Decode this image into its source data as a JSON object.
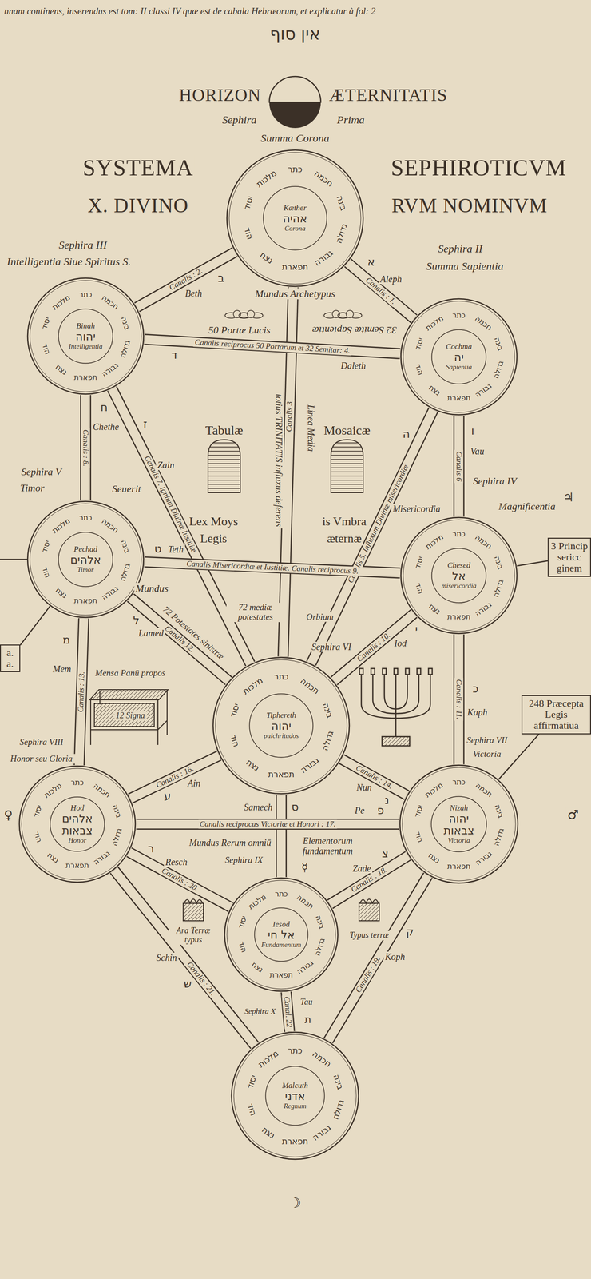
{
  "diagram": {
    "nodes": [
      {
        "text": [
          "Kæther",
          "אהיה",
          "Corona",
          "כתר",
          "חכמה",
          "בינה",
          "גדולה",
          "גבורה",
          "תפארת",
          "נצח",
          "הוד",
          "יסוד",
          "מלכות"
        ]
      },
      {
        "text": [
          "Binah",
          "יהוה",
          "Intelligentia",
          "כתר",
          "חכמה",
          "בינה",
          "גדולה",
          "גבורה",
          "תפארת",
          "נצח",
          "הוד",
          "יסוד",
          "מלכות"
        ]
      },
      {
        "text": [
          "Cochma",
          "יה",
          "Sapientia",
          "כתר",
          "חכמה",
          "בינה",
          "גדולה",
          "גבורה",
          "תפארת",
          "נצח",
          "הוד",
          "יסוד",
          "מלכות"
        ]
      },
      {
        "text": [
          "Pechad",
          "אלהים",
          "Timor",
          "כתר",
          "חכמה",
          "בינה",
          "גדולה",
          "גבורה",
          "תפארת",
          "נצח",
          "הוד",
          "יסוד",
          "מלכות"
        ]
      },
      {
        "text": [
          "Chesed",
          "אל",
          "misericordia",
          "כתר",
          "חכמה",
          "בינה",
          "גדולה",
          "גבורה",
          "תפארת",
          "נצח",
          "הוד",
          "יסוד",
          "מלכות"
        ]
      },
      {
        "text": [
          "Tiphereth",
          "יהוה",
          "pulchritudos",
          "כתר",
          "חכמה",
          "בינה",
          "גדולה",
          "גבורה",
          "תפארת",
          "נצח",
          "הוד",
          "יסוד",
          "מלכות"
        ]
      },
      {
        "text": [
          "Hod",
          "אלהים צבאות",
          "Honor",
          "כתר",
          "חכמה",
          "בינה",
          "גדולה",
          "גבורה",
          "תפארת",
          "נצח",
          "הוד",
          "יסוד",
          "מלכות"
        ]
      },
      {
        "text": [
          "Nizah",
          "יהוה צבאות",
          "Victoria",
          "כתר",
          "חכמה",
          "בינה",
          "גדולה",
          "גבורה",
          "תפארת",
          "נצח",
          "הוד",
          "יסוד",
          "מלכות"
        ]
      },
      {
        "text": [
          "Iesod",
          "אל חי",
          "Fundamentum",
          "כתר",
          "חכמה",
          "בינה",
          "גדולה",
          "גבורה",
          "תפארת",
          "נצח",
          "הוד",
          "יסוד",
          "מלכות"
        ]
      },
      {
        "text": [
          "Malcuth",
          "אדני",
          "Regnum",
          "כתר",
          "חכמה",
          "בינה",
          "גדולה",
          "גבורה",
          "תפארת",
          "נצח",
          "הוד",
          "יסוד",
          "מלכות"
        ]
      },
      {
        "text": [
          "3 Princip sericc ginem"
        ]
      },
      {
        "text": [
          "248 Præcepta Legis affirmatiua"
        ]
      },
      {
        "text": [
          "a. a."
        ]
      }
    ],
    "edges": [
      {
        "from": 0,
        "to": 2,
        "label": "Canalis : 1.",
        "arrow": "none"
      },
      {
        "from": 0,
        "to": 1,
        "label": "Canalis : 2.",
        "arrow": "none"
      },
      {
        "from": 0,
        "to": 5,
        "label": "Canalis 3",
        "arrow": "none"
      },
      {
        "from": 1,
        "to": 2,
        "label": "Canalis reciprocus 50 Portarum et 32 Semitar: 4.",
        "arrow": "none"
      },
      {
        "from": 2,
        "to": 5,
        "label": "Canalis 5. Influxum Diuinæ misericordiæ",
        "arrow": "none"
      },
      {
        "from": 2,
        "to": 4,
        "label": "Canalis 6",
        "arrow": "none"
      },
      {
        "from": 1,
        "to": 5,
        "label": "Canalis 7. Ignium Diuinæ Iustitiæ",
        "arrow": "none"
      },
      {
        "from": 1,
        "to": 3,
        "label": "Canalis : 8.",
        "arrow": "none"
      },
      {
        "from": 3,
        "to": 4,
        "label": "Canalis Misericordiæ et Iustitiæ. Canalis reciprocus 9.",
        "arrow": "none"
      },
      {
        "from": 4,
        "to": 5,
        "label": "Canalis : 10.",
        "arrow": "none"
      },
      {
        "from": 4,
        "to": 7,
        "label": "Canalis : 11.",
        "arrow": "none"
      },
      {
        "from": 3,
        "to": 5,
        "label": "Canalis 12.",
        "arrow": "none"
      },
      {
        "from": 3,
        "to": 6,
        "label": "Canalis : 13.",
        "arrow": "none"
      },
      {
        "from": 5,
        "to": 7,
        "label": "Canalis : 14.",
        "arrow": "none"
      },
      {
        "from": 5,
        "to": 8,
        "arrow": "none"
      },
      {
        "from": 5,
        "to": 6,
        "label": "Canalis : 16.",
        "arrow": "none"
      },
      {
        "from": 6,
        "to": 7,
        "label": "Canalis reciprocus Victoriæ et Honori : 17.",
        "arrow": "none"
      },
      {
        "from": 7,
        "to": 8,
        "label": "Canalis : 18.",
        "arrow": "none"
      },
      {
        "from": 7,
        "to": 9,
        "label": "Canalis : 19.",
        "arrow": "none"
      },
      {
        "from": 6,
        "to": 8,
        "label": "Canalis : 20.",
        "arrow": "none"
      },
      {
        "from": 6,
        "to": 9,
        "label": "Canalis : 21.",
        "arrow": "none"
      },
      {
        "from": 8,
        "to": 9,
        "label": "Canal. 22",
        "arrow": "none"
      },
      {
        "from": 4,
        "to": 10,
        "arrow": "none"
      },
      {
        "from": 7,
        "to": 11,
        "arrow": "none"
      },
      {
        "from": 3,
        "to": 12,
        "arrow": "none"
      }
    ],
    "labels": [
      "nnam continens, inserendus est tom: II classi IV quæ est de cabala Hebræorum, et explicatur à fol: 2",
      "אין סוף",
      "HORIZON",
      "ÆTERNITATIS",
      "Sephira",
      "Prima",
      "Summa Corona",
      "SYSTEMA",
      "SEPHIROTICVM",
      "X. DIVINO",
      "RVM NOMINVM",
      "Sephira III",
      "Intelligentia Siue Spiritus S.",
      "Sephira II",
      "Summa Sapientia",
      "Mundus Archetypus",
      "50 Portæ Lucis",
      "32 Semitæ Sapientiæ",
      "Aleph",
      "א",
      "Beth",
      "ב",
      "ד",
      "Daleth",
      "Tabulæ",
      "Mosaicæ",
      "Lex Moys",
      "is Vmbra",
      "Legis",
      "æternæ",
      "totius TRINITATIS influxus deferens",
      "Linea Media",
      "Chethe",
      "ח",
      "Zain",
      "ז",
      "Vau",
      "ו",
      "ה",
      "Sephira V",
      "Timor",
      "Seuerit",
      "Sephira IV",
      "Misericordia",
      "Magnificentia",
      "Teth",
      "ט",
      "Mundus",
      "72 Potestates sinistræ",
      "72 mediæ potestates",
      "Orbium",
      "Lamed",
      "ל",
      "Iod",
      "י",
      "Mensa Panū propos",
      "12 Signa",
      "Sephira VI",
      "Mem",
      "מ",
      "Sephira VIII",
      "Honor seu Gloria",
      "Kaph",
      "כ",
      "Sephira VII",
      "Victoria",
      "Ain",
      "ע",
      "Samech",
      "ס",
      "Nun",
      "נ",
      "Pe",
      "פ",
      "Mundus Rerum omniū",
      "Elementorum fundamentum",
      "Resch",
      "ר",
      "Zade",
      "צ",
      "Sephira IX",
      "☿",
      "Ara Terræ typus",
      "Typus terræ",
      "Schin",
      "ש",
      "Koph",
      "ק",
      "Tau",
      "ת",
      "Sephira X",
      "♃",
      "♂",
      "♀",
      "☽"
    ]
  }
}
